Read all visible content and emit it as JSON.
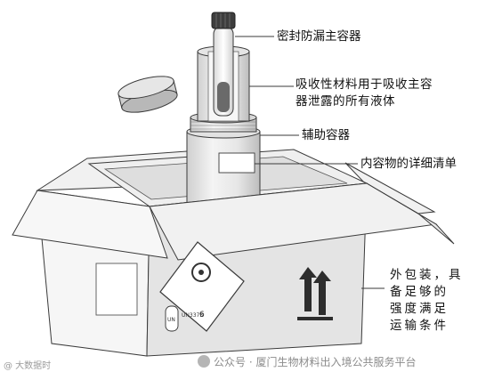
{
  "labels": {
    "primary_seal": "密封防漏主容器",
    "absorbent": "吸收性材料用于吸收主容\n器泄露的所有液体",
    "secondary": "辅助容器",
    "itemized_list": "内容物的详细清单",
    "outer_pack": "外包装，具\n备足够的\n强度满足\n运输条件"
  },
  "box_markings": {
    "diamond_class": "6",
    "un_text": "UN",
    "un_code": "UN3373"
  },
  "watermark": {
    "left": "@ 大数据时",
    "right": "公众号 · 厦门生物材料出入境公共服务平台"
  },
  "colors": {
    "line": "#3a3a3a",
    "box_face": "#f4f4f4",
    "box_shade": "#dcdcdc",
    "foam": "#e9e9e9"
  }
}
